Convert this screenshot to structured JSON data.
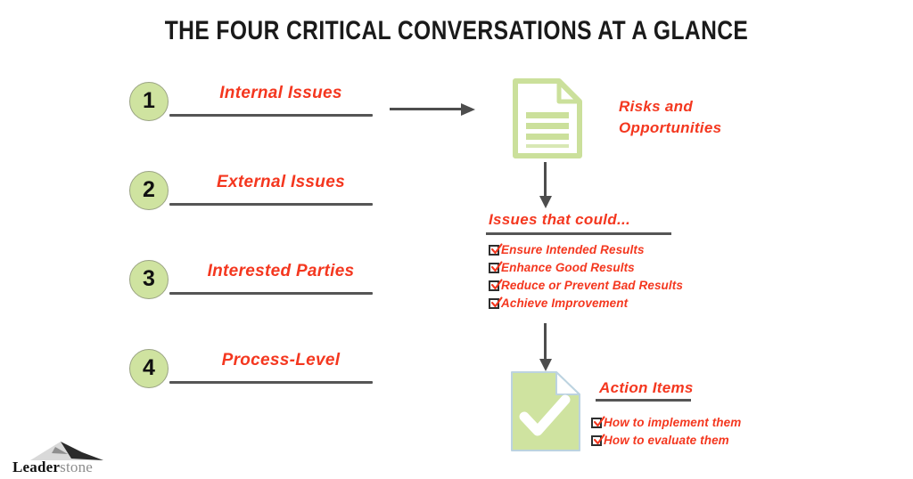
{
  "page": {
    "title": "THE FOUR CRITICAL CONVERSATIONS AT A GLANCE",
    "background_color": "#ffffff"
  },
  "colors": {
    "accent_red": "#f4371f",
    "green_light": "#cfe3a0",
    "green_doc_border": "#cbe09b",
    "line_gray": "#555555",
    "arrow_gray": "#4d4d4d",
    "circle_border": "#9aa383"
  },
  "conversations": [
    {
      "number": "1",
      "label": "Internal Issues"
    },
    {
      "number": "2",
      "label": "External Issues"
    },
    {
      "number": "3",
      "label": "Interested Parties"
    },
    {
      "number": "4",
      "label": "Process-Level"
    }
  ],
  "flow": {
    "document_icon": "document-lines-icon",
    "risks_label_line1": "Risks and",
    "risks_label_line2": "Opportunities",
    "issues_heading": "Issues that could...",
    "issues_items": [
      "Ensure Intended Results",
      "Enhance Good Results",
      "Reduce or Prevent Bad Results",
      "Achieve Improvement"
    ],
    "result_icon": "document-check-icon",
    "action_heading": "Action Items",
    "action_items": [
      "How to implement them",
      "How to evaluate them"
    ]
  },
  "logo": {
    "icon": "mountain-icon",
    "name_bold": "Leader",
    "name_light": "stone"
  }
}
